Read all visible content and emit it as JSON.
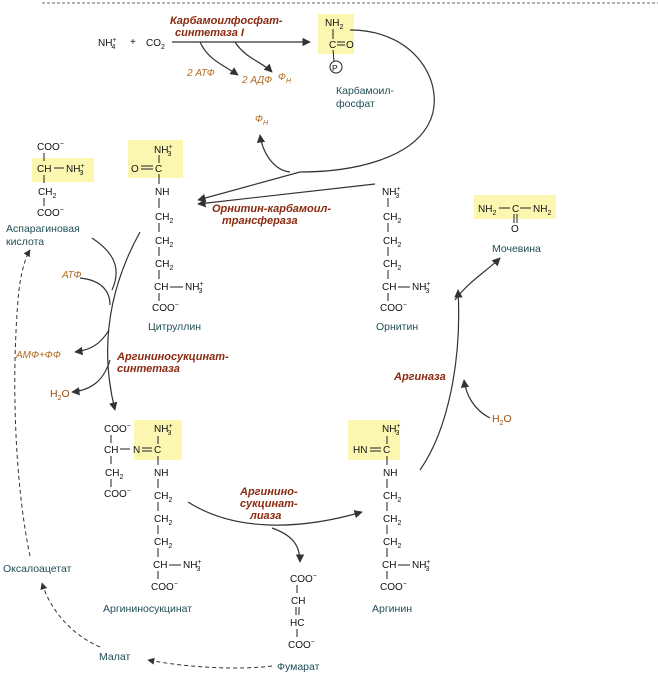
{
  "enzymes": {
    "cps1_line1": "Карбамоилфосфат-",
    "cps1_line2": "синтетаза I",
    "otc_line1": "Орнитин-карбамоил-",
    "otc_line2": "трансфераза",
    "ass_line1": "Аргининосукцинат-",
    "ass_line2": "синтетаза",
    "asl_line1": "Аргинино-",
    "asl_line2": "сукцинат-",
    "asl_line3": "лиаза",
    "arginase": "Аргиназа"
  },
  "compounds": {
    "carbamoyl_phosphate_line1": "Карбамоил-",
    "carbamoyl_phosphate_line2": "фосфат",
    "citrulline": "Цитруллин",
    "ornithine": "Орнитин",
    "urea": "Мочевина",
    "aspartic_acid_line1": "Аспарагиновая",
    "aspartic_acid_line2": "кислота",
    "argininosuccinate": "Аргининосукцинат",
    "arginine": "Аргинин",
    "fumarate": "Фумарат",
    "malate": "Малат",
    "oxaloacetate": "Оксалоацетат"
  },
  "cofactors": {
    "two_atp": "2 АТФ",
    "two_adp": "2 АДФ",
    "pi": "Ф",
    "pi_sub": "Н",
    "atp": "АТФ",
    "amp_ppi": "АМФ+ФФ",
    "water": "H",
    "water_sub": "2",
    "water_o": "O",
    "nh4": "NH",
    "nh4_sub": "4",
    "plus": "+",
    "co2": "CO",
    "co2_sub": "2",
    "phosphate_p": "P"
  },
  "formula": {
    "nh2": "NH",
    "nh2_sub": "2",
    "nh3": "NH",
    "nh3_sub": "3",
    "charge": "+",
    "c": "C",
    "o": "O",
    "n": "N",
    "nh": "NH",
    "hn": "HN",
    "ch": "CH",
    "ch2": "CH",
    "ch2_sub": "2",
    "coo": "COO",
    "minus": "−",
    "hc": "HC"
  }
}
